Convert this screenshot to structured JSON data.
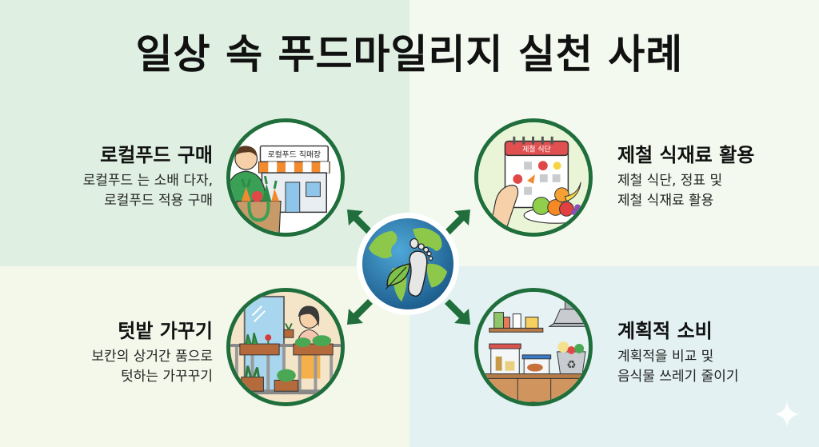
{
  "title": "일상 속 푸드마일리지 실천 사례",
  "center": {
    "icon": "globe-footprint-leaf-icon"
  },
  "items": [
    {
      "position": "top-left",
      "heading": "로컬푸드 구매",
      "desc_line1": "로컬푸드 는 소배 다자,",
      "desc_line2": "로컬푸드 적용 구매",
      "illustration": "local-food-store-icon",
      "sign_text": "로컬푸드 직매장"
    },
    {
      "position": "top-right",
      "heading": "제철 식재료 활용",
      "desc_line1": "제철 식단, 정표 및",
      "desc_line2": "제철 식재료 활용",
      "illustration": "seasonal-calendar-fruit-icon",
      "calendar_text": "제철 식단"
    },
    {
      "position": "bottom-left",
      "heading": "텃밭 가꾸기",
      "desc_line1": "보칸의 상거간 품으로",
      "desc_line2": "텃하는 가꾸꾸기",
      "illustration": "balcony-garden-icon"
    },
    {
      "position": "bottom-right",
      "heading": "계획적 소비",
      "desc_line1": "계획적을 비교 및",
      "desc_line2": "음식물 쓰레기 줄이기",
      "illustration": "kitchen-storage-recycle-icon"
    }
  ],
  "colors": {
    "ring": "#1f6e3c",
    "arrow": "#1f6e3c",
    "bg_top_left": "#dff0e2",
    "bg_top_right": "#f3f9ee",
    "bg_bottom_left": "#f3f8ea",
    "bg_bottom_right": "#e3f1f2"
  }
}
